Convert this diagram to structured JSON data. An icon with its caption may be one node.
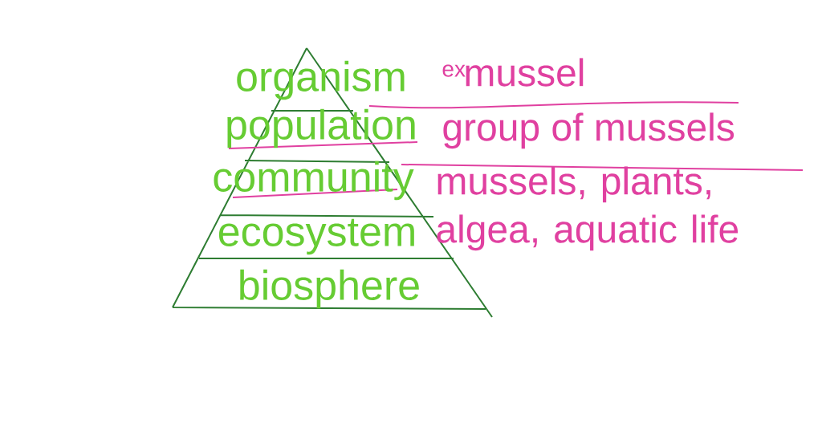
{
  "diagram": {
    "nodes": [
      {
        "text": [
          "organism"
        ]
      },
      {
        "text": [
          "population"
        ]
      },
      {
        "text": [
          "community"
        ]
      },
      {
        "text": [
          "ecosystem"
        ]
      },
      {
        "text": [
          "biosphere"
        ]
      }
    ],
    "labels": [
      "ex",
      "mussel",
      "group of mussels",
      "mussels, plants, algea, aquatic life"
    ]
  }
}
